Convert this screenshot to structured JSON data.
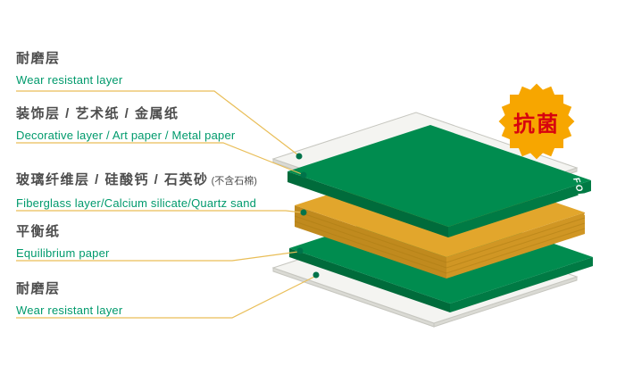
{
  "labels": [
    {
      "zh": "耐磨层",
      "en": "Wear resistant layer"
    },
    {
      "zh": "装饰层 / 艺术纸 / 金属纸",
      "en": "Decorative layer / Art paper / Metal paper"
    },
    {
      "zh": "玻璃纤维层 / 硅酸钙 / 石英砂",
      "zh_note": " (不含石棉)",
      "en": "Fiberglass layer/Calcium silicate/Quartz sand"
    },
    {
      "zh": "平衡纸",
      "en": "Equilibrium paper"
    },
    {
      "zh": "耐磨层",
      "en": "Wear resistant layer"
    }
  ],
  "badge": {
    "text": "抗菌"
  },
  "brand": {
    "text": "FORCA"
  },
  "colors": {
    "zh_text": "#4D4D4D",
    "en_text": "#009A6C",
    "leader_line": "#E9BE58",
    "marker_dot": "#00734A",
    "green_top": "#008C4F",
    "green_side_left": "#006B3B",
    "green_side_right": "#007A44",
    "yellow_top": "#E2A62C",
    "yellow_side_left": "#C08A1E",
    "yellow_side_right": "#D09624",
    "sheet_face": "#F4F4F1",
    "sheet_side": "#DADAD4",
    "sheet_outline": "#C6C6BF",
    "badge_fill": "#F7A600",
    "badge_text": "#D7000F",
    "brand_text": "#FFFFFF"
  }
}
